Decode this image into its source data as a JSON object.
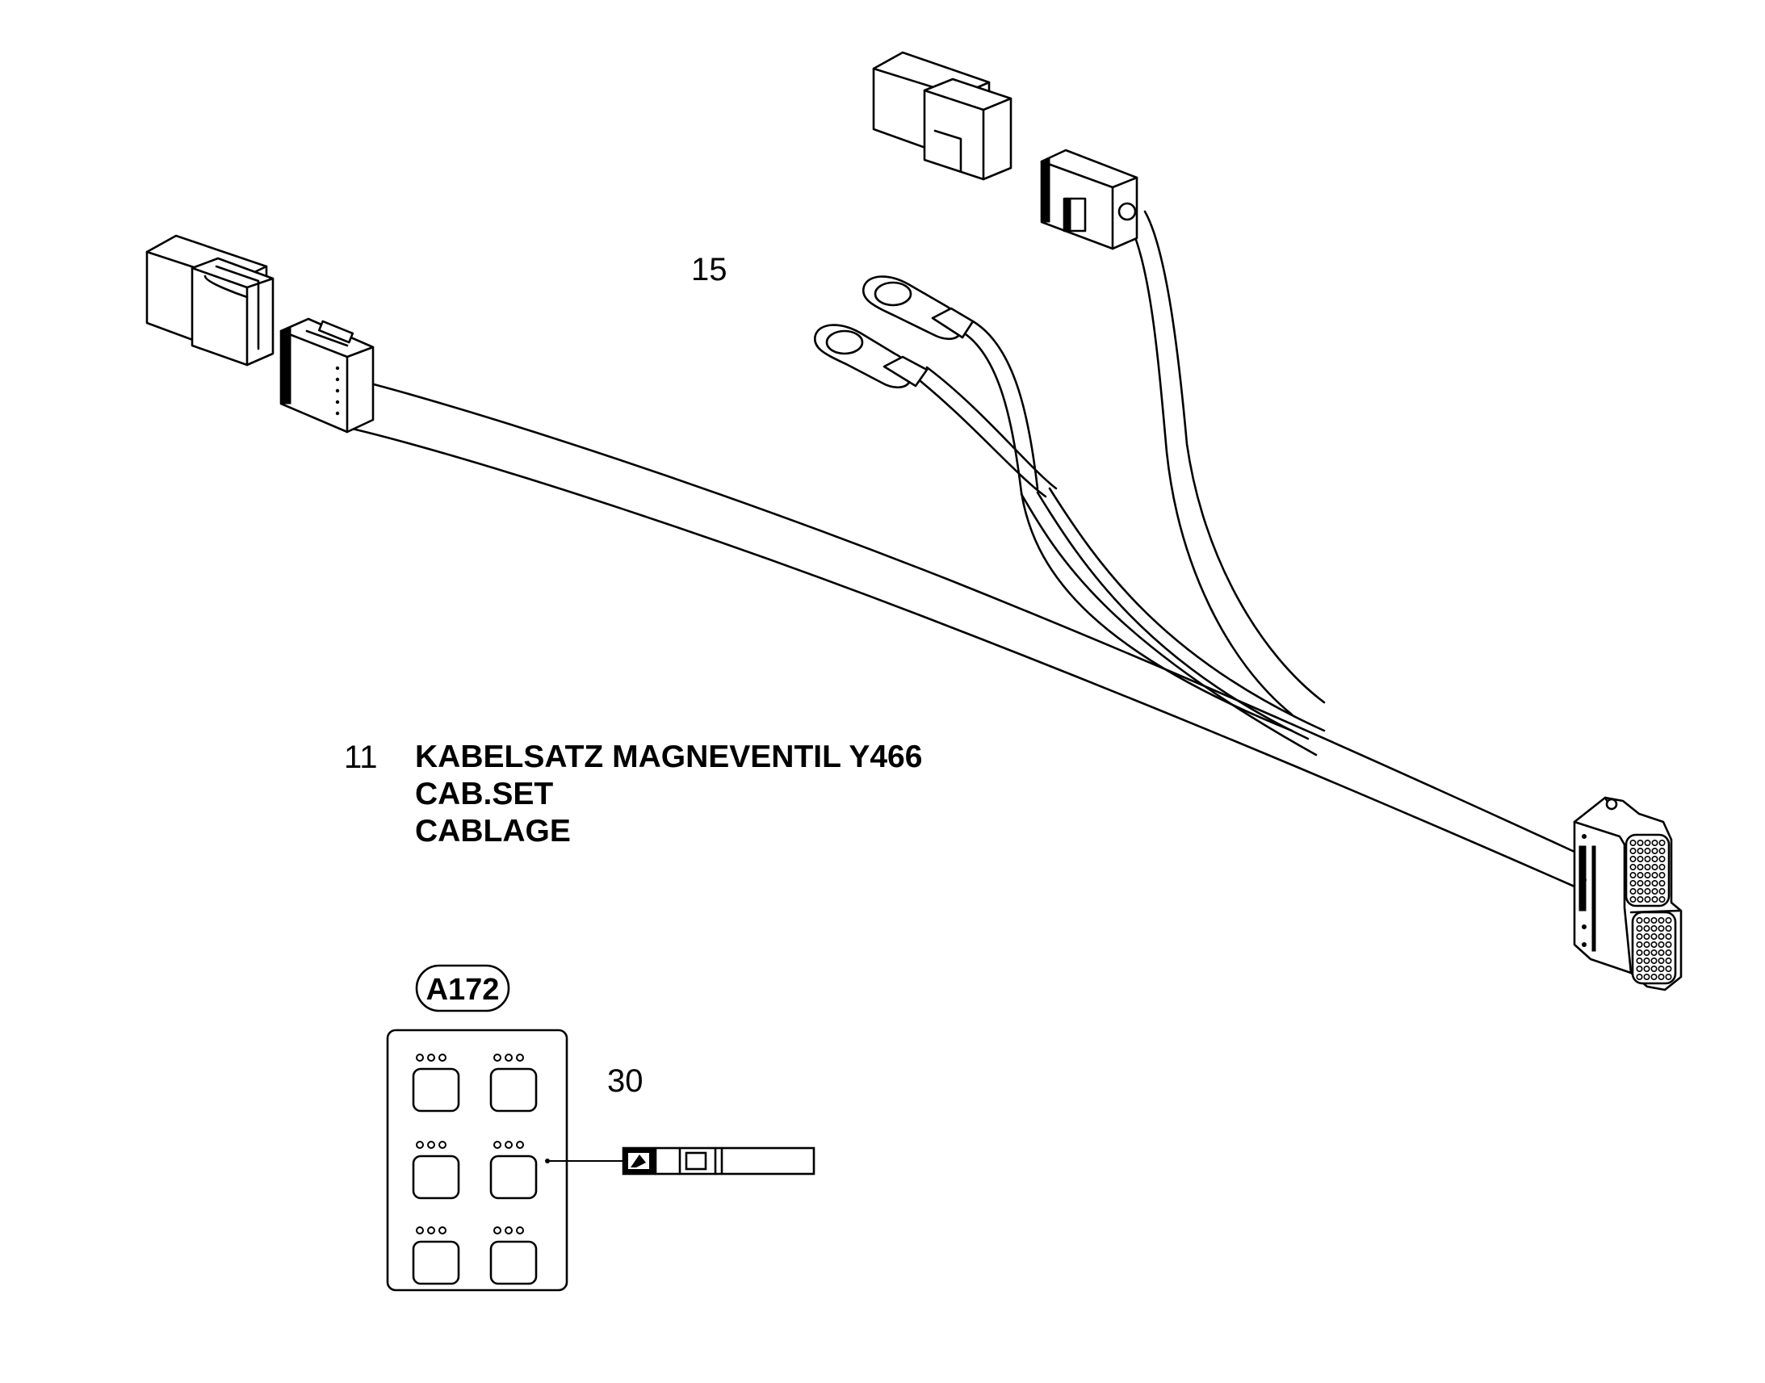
{
  "callouts": {
    "harness_number": "15",
    "title_number": "11",
    "pin_number": "30"
  },
  "title": {
    "line1": "KABELSATZ MAGNEVENTIL Y466",
    "line2": "CAB.SET",
    "line3": "CABLAGE"
  },
  "reference_tag": "A172",
  "icons": {
    "connector_block": "connector-block-icon",
    "ring_terminal": "ring-terminal-icon",
    "multi_pin_plug": "multi-pin-plug-icon",
    "pin_contact": "pin-contact-icon"
  },
  "colors": {
    "line": "#000000",
    "background": "#ffffff"
  }
}
